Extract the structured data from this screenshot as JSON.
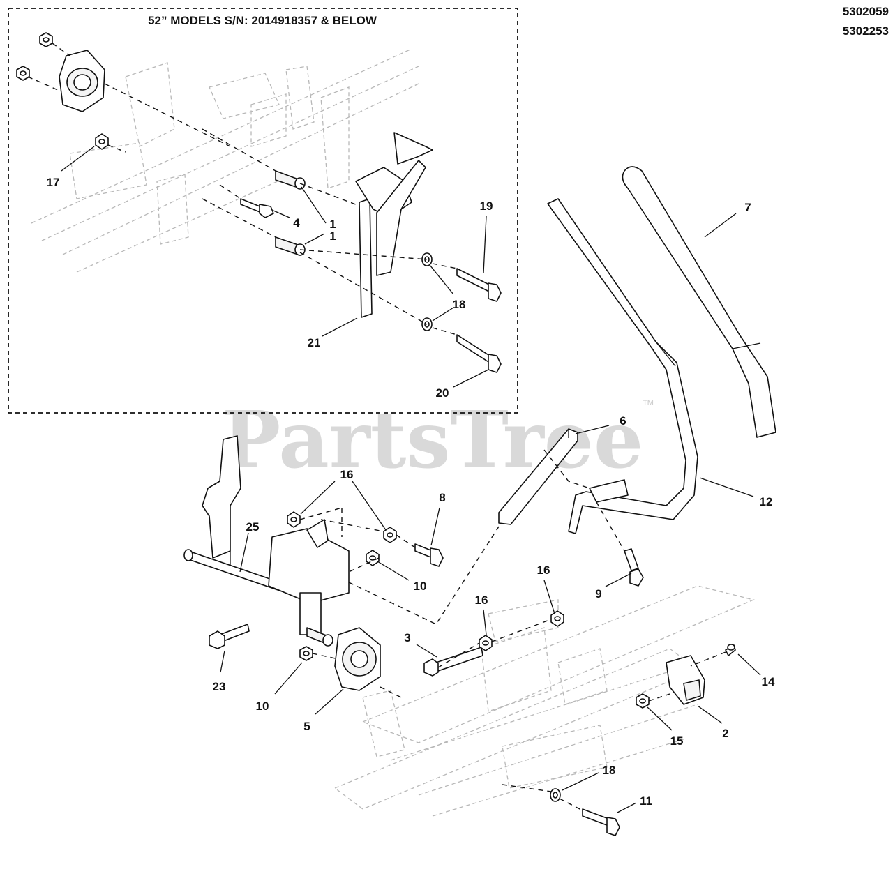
{
  "diagram": {
    "part_numbers": [
      "5302059",
      "5302253"
    ],
    "inset_title": "52” MODELS S/N: 2014918357 & BELOW",
    "watermark": "PartsTree",
    "trademark": "™",
    "callouts": {
      "c17": "17",
      "c4": "4",
      "c1a": "1",
      "c1b": "1",
      "c19": "19",
      "c18a": "18",
      "c18b": "18",
      "c21": "21",
      "c20": "20",
      "c7": "7",
      "c6": "6",
      "c12": "12",
      "c16a": "16",
      "c8": "8",
      "c25": "25",
      "c10a": "10",
      "c9": "9",
      "c16b": "16",
      "c16c": "16",
      "c3": "3",
      "c23": "23",
      "c10b": "10",
      "c5": "5",
      "c14": "14",
      "c2": "2",
      "c15": "15",
      "c18c": "18",
      "c11": "11"
    }
  }
}
